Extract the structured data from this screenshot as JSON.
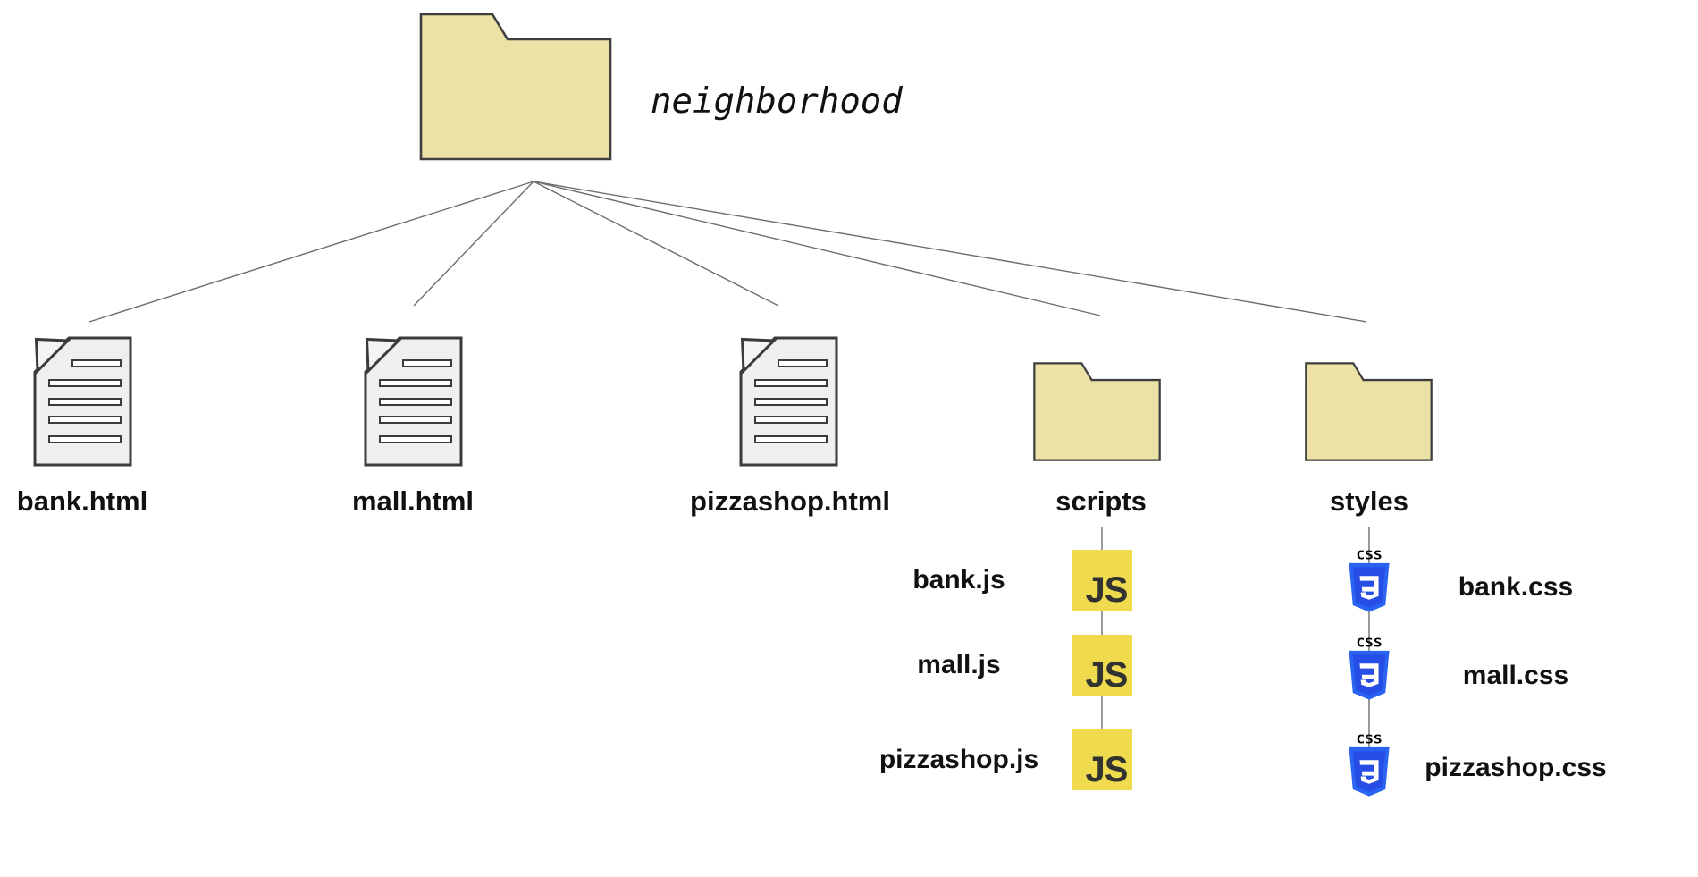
{
  "tree": {
    "root": {
      "label": "neighborhood",
      "type": "folder"
    },
    "children": [
      {
        "label": "bank.html",
        "type": "html-file"
      },
      {
        "label": "mall.html",
        "type": "html-file"
      },
      {
        "label": "pizzashop.html",
        "type": "html-file"
      },
      {
        "label": "scripts",
        "type": "folder"
      },
      {
        "label": "styles",
        "type": "folder"
      }
    ],
    "scripts_children": [
      "bank.js",
      "mall.js",
      "pizzashop.js"
    ],
    "styles_children": [
      "bank.css",
      "mall.css",
      "pizzashop.css"
    ]
  },
  "badges": {
    "js": "JS",
    "css": "CSS"
  },
  "colors": {
    "folder_fill": "#EDE2A6",
    "folder_stroke": "#3F3F3F",
    "doc_fill": "#EFEFEF",
    "doc_fold_fill": "#F4F4F4",
    "doc_stroke": "#3B3B3B",
    "js_yellow": "#F0DB4F",
    "js_text": "#323330",
    "css_blue_outer": "#2965F1",
    "css_blue_inner": "#264DE4",
    "connector_line": "#6E6E6E",
    "label_text": "#111111"
  }
}
